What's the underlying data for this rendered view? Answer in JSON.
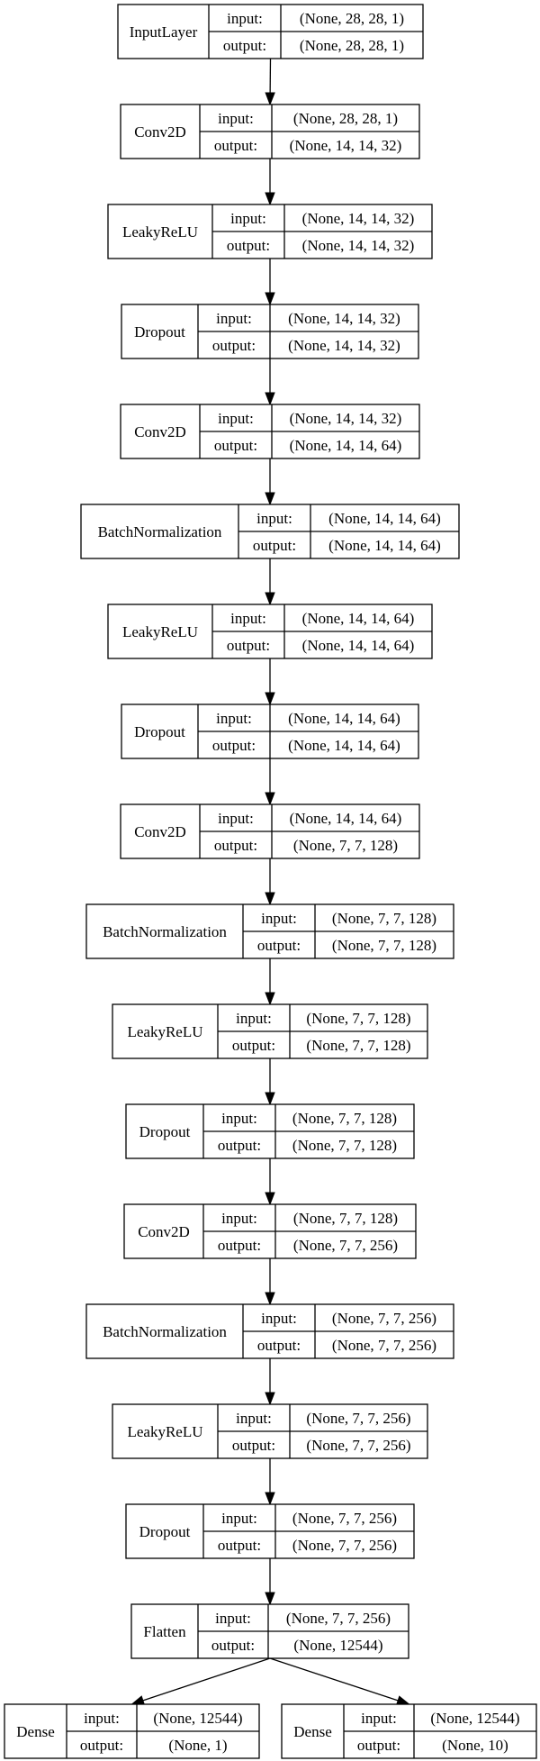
{
  "diagram": {
    "field_labels": {
      "input": "input:",
      "output": "output:"
    },
    "layers": [
      {
        "id": "input_layer",
        "name": "InputLayer",
        "input": "(None, 28, 28, 1)",
        "output": "(None, 28, 28, 1)"
      },
      {
        "id": "conv2d_1",
        "name": "Conv2D",
        "input": "(None, 28, 28, 1)",
        "output": "(None, 14, 14, 32)"
      },
      {
        "id": "leakyrelu_1",
        "name": "LeakyReLU",
        "input": "(None, 14, 14, 32)",
        "output": "(None, 14, 14, 32)"
      },
      {
        "id": "dropout_1",
        "name": "Dropout",
        "input": "(None, 14, 14, 32)",
        "output": "(None, 14, 14, 32)"
      },
      {
        "id": "conv2d_2",
        "name": "Conv2D",
        "input": "(None, 14, 14, 32)",
        "output": "(None, 14, 14, 64)"
      },
      {
        "id": "batchnorm_1",
        "name": "BatchNormalization",
        "input": "(None, 14, 14, 64)",
        "output": "(None, 14, 14, 64)"
      },
      {
        "id": "leakyrelu_2",
        "name": "LeakyReLU",
        "input": "(None, 14, 14, 64)",
        "output": "(None, 14, 14, 64)"
      },
      {
        "id": "dropout_2",
        "name": "Dropout",
        "input": "(None, 14, 14, 64)",
        "output": "(None, 14, 14, 64)"
      },
      {
        "id": "conv2d_3",
        "name": "Conv2D",
        "input": "(None, 14, 14, 64)",
        "output": "(None, 7, 7, 128)"
      },
      {
        "id": "batchnorm_2",
        "name": "BatchNormalization",
        "input": "(None, 7, 7, 128)",
        "output": "(None, 7, 7, 128)"
      },
      {
        "id": "leakyrelu_3",
        "name": "LeakyReLU",
        "input": "(None, 7, 7, 128)",
        "output": "(None, 7, 7, 128)"
      },
      {
        "id": "dropout_3",
        "name": "Dropout",
        "input": "(None, 7, 7, 128)",
        "output": "(None, 7, 7, 128)"
      },
      {
        "id": "conv2d_4",
        "name": "Conv2D",
        "input": "(None, 7, 7, 128)",
        "output": "(None, 7, 7, 256)"
      },
      {
        "id": "batchnorm_3",
        "name": "BatchNormalization",
        "input": "(None, 7, 7, 256)",
        "output": "(None, 7, 7, 256)"
      },
      {
        "id": "leakyrelu_4",
        "name": "LeakyReLU",
        "input": "(None, 7, 7, 256)",
        "output": "(None, 7, 7, 256)"
      },
      {
        "id": "dropout_4",
        "name": "Dropout",
        "input": "(None, 7, 7, 256)",
        "output": "(None, 7, 7, 256)"
      },
      {
        "id": "flatten",
        "name": "Flatten",
        "input": "(None, 7, 7, 256)",
        "output": "(None, 12544)"
      },
      {
        "id": "dense_1",
        "name": "Dense",
        "input": "(None, 12544)",
        "output": "(None, 1)"
      },
      {
        "id": "dense_2",
        "name": "Dense",
        "input": "(None, 12544)",
        "output": "(None, 10)"
      }
    ],
    "edges": [
      {
        "from": "input_layer",
        "to": "conv2d_1"
      },
      {
        "from": "conv2d_1",
        "to": "leakyrelu_1"
      },
      {
        "from": "leakyrelu_1",
        "to": "dropout_1"
      },
      {
        "from": "dropout_1",
        "to": "conv2d_2"
      },
      {
        "from": "conv2d_2",
        "to": "batchnorm_1"
      },
      {
        "from": "batchnorm_1",
        "to": "leakyrelu_2"
      },
      {
        "from": "leakyrelu_2",
        "to": "dropout_2"
      },
      {
        "from": "dropout_2",
        "to": "conv2d_3"
      },
      {
        "from": "conv2d_3",
        "to": "batchnorm_2"
      },
      {
        "from": "batchnorm_2",
        "to": "leakyrelu_3"
      },
      {
        "from": "leakyrelu_3",
        "to": "dropout_3"
      },
      {
        "from": "dropout_3",
        "to": "conv2d_4"
      },
      {
        "from": "conv2d_4",
        "to": "batchnorm_3"
      },
      {
        "from": "batchnorm_3",
        "to": "leakyrelu_4"
      },
      {
        "from": "leakyrelu_4",
        "to": "dropout_4"
      },
      {
        "from": "dropout_4",
        "to": "flatten"
      },
      {
        "from": "flatten",
        "to": "dense_1"
      },
      {
        "from": "flatten",
        "to": "dense_2"
      }
    ]
  }
}
